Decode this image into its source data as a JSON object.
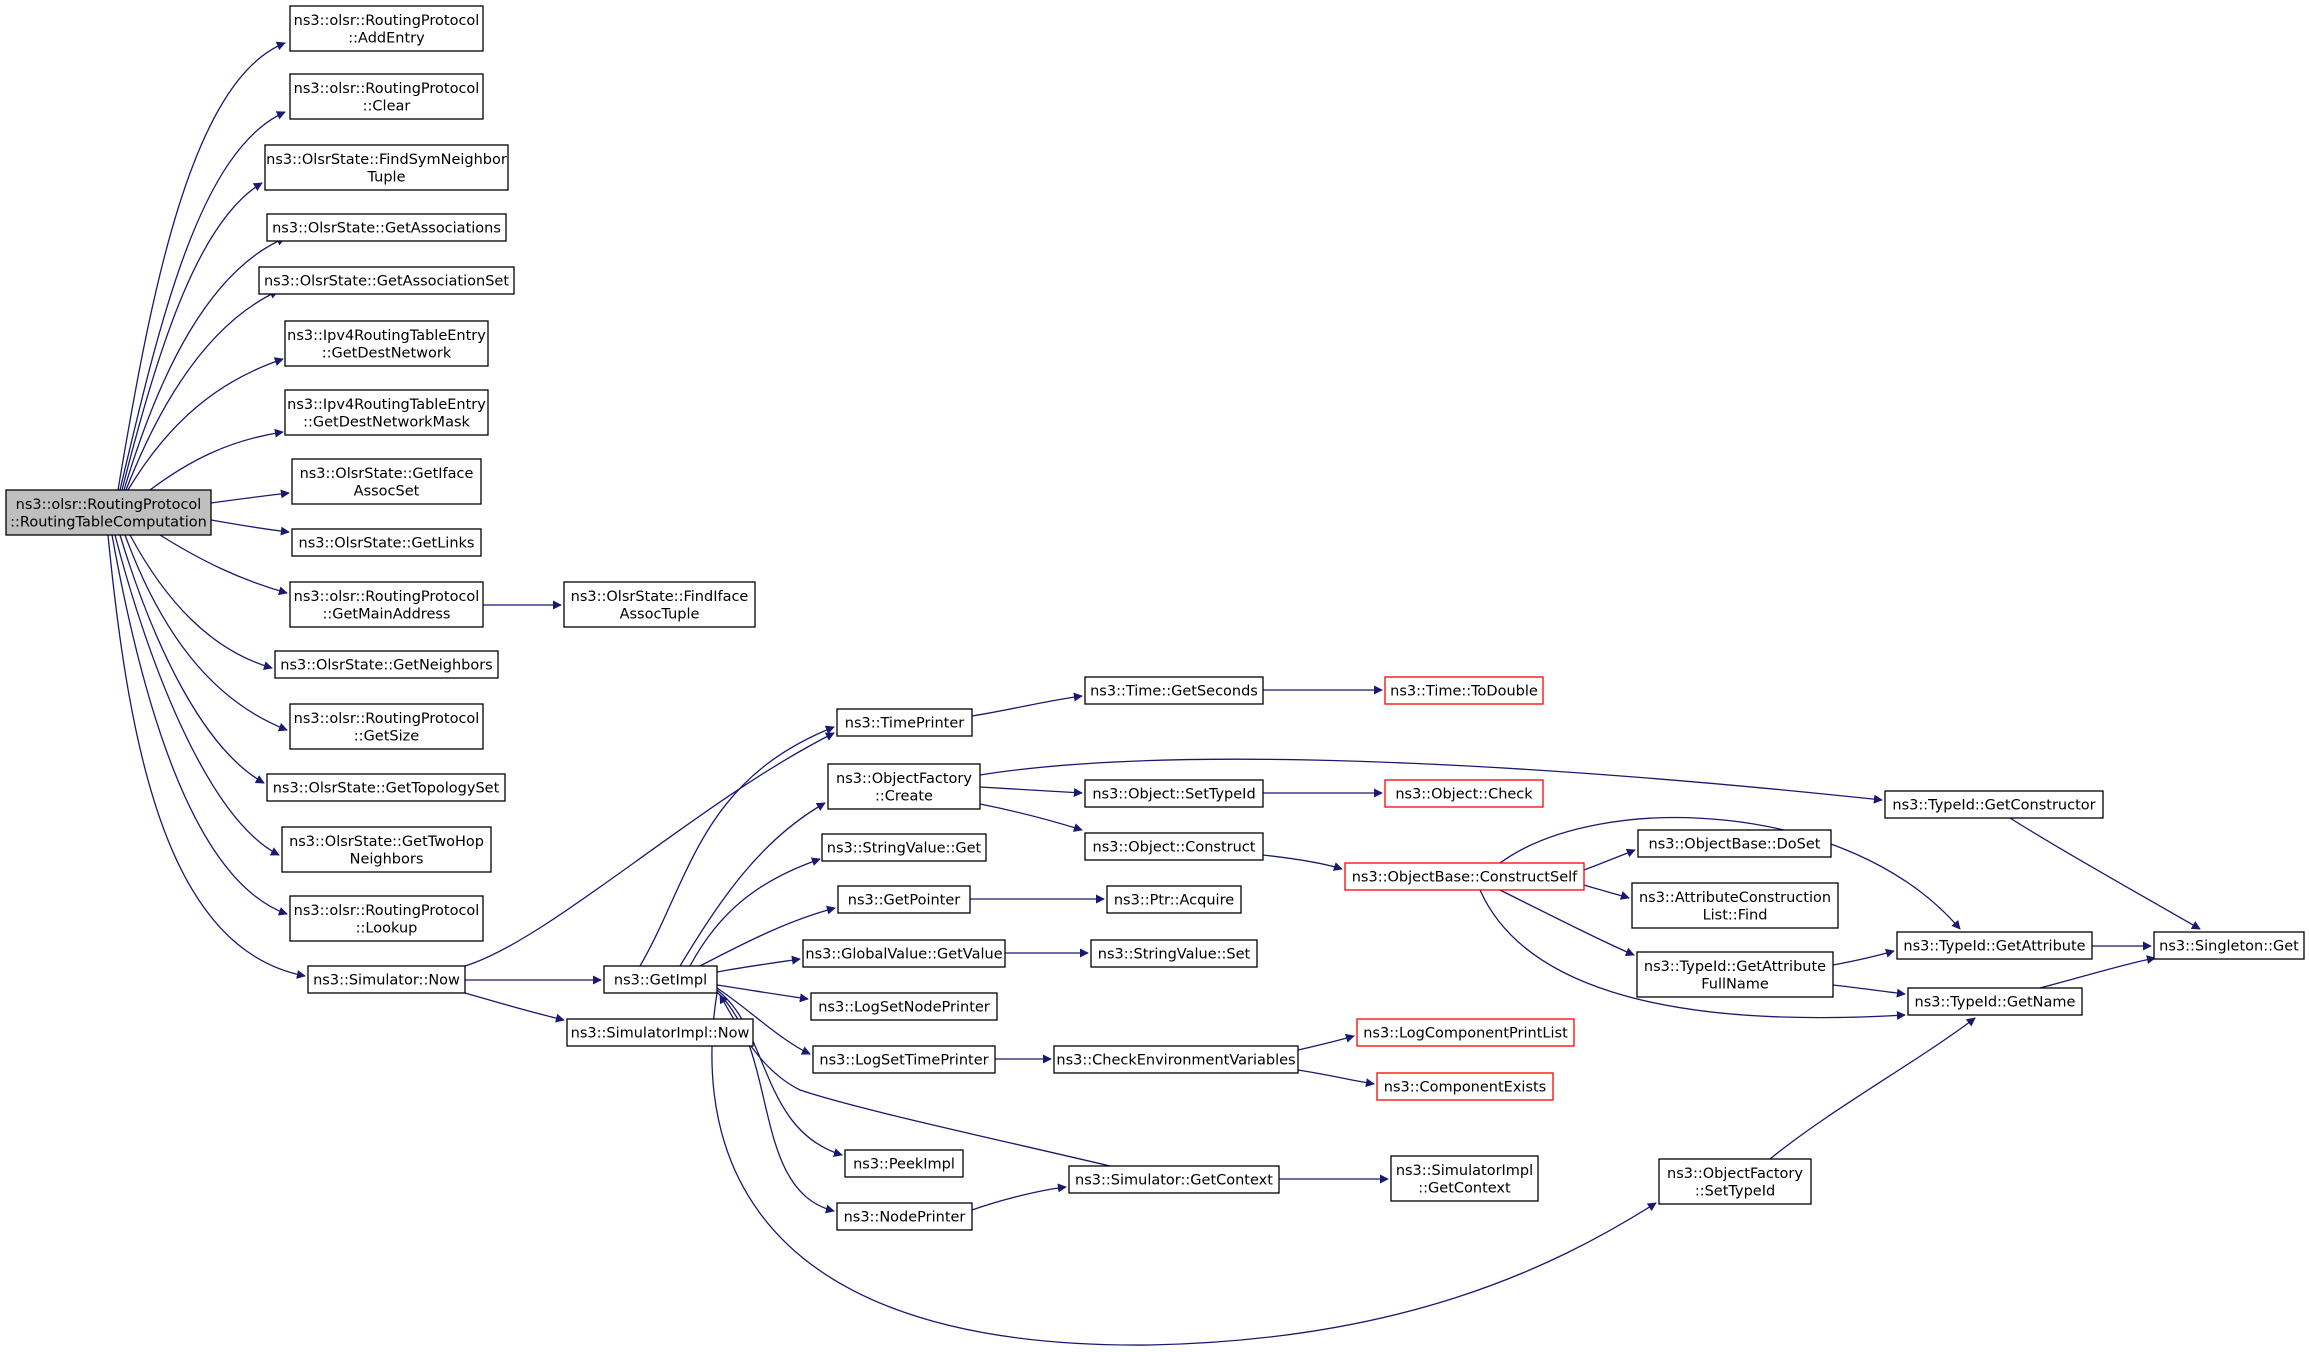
{
  "graph": {
    "nodes": [
      {
        "id": "root",
        "lines": [
          "ns3::olsr::RoutingProtocol",
          "::RoutingTableComputation"
        ],
        "style": "root"
      },
      {
        "id": "addentry",
        "lines": [
          "ns3::olsr::RoutingProtocol",
          "::AddEntry"
        ]
      },
      {
        "id": "clear",
        "lines": [
          "ns3::olsr::RoutingProtocol",
          "::Clear"
        ]
      },
      {
        "id": "findsym",
        "lines": [
          "ns3::OlsrState::FindSymNeighbor",
          "Tuple"
        ]
      },
      {
        "id": "getassoc",
        "lines": [
          "ns3::OlsrState::GetAssociations"
        ]
      },
      {
        "id": "getassocset",
        "lines": [
          "ns3::OlsrState::GetAssociationSet"
        ]
      },
      {
        "id": "destnet",
        "lines": [
          "ns3::Ipv4RoutingTableEntry",
          "::GetDestNetwork"
        ]
      },
      {
        "id": "destmask",
        "lines": [
          "ns3::Ipv4RoutingTableEntry",
          "::GetDestNetworkMask"
        ]
      },
      {
        "id": "ifaceassoc",
        "lines": [
          "ns3::OlsrState::GetIface",
          "AssocSet"
        ]
      },
      {
        "id": "getlinks",
        "lines": [
          "ns3::OlsrState::GetLinks"
        ]
      },
      {
        "id": "mainaddr",
        "lines": [
          "ns3::olsr::RoutingProtocol",
          "::GetMainAddress"
        ]
      },
      {
        "id": "findiface",
        "lines": [
          "ns3::OlsrState::FindIface",
          "AssocTuple"
        ]
      },
      {
        "id": "getneigh",
        "lines": [
          "ns3::OlsrState::GetNeighbors"
        ]
      },
      {
        "id": "getsize",
        "lines": [
          "ns3::olsr::RoutingProtocol",
          "::GetSize"
        ]
      },
      {
        "id": "topo",
        "lines": [
          "ns3::OlsrState::GetTopologySet"
        ]
      },
      {
        "id": "twohop",
        "lines": [
          "ns3::OlsrState::GetTwoHop",
          "Neighbors"
        ]
      },
      {
        "id": "lookup",
        "lines": [
          "ns3::olsr::RoutingProtocol",
          "::Lookup"
        ]
      },
      {
        "id": "simnow",
        "lines": [
          "ns3::Simulator::Now"
        ]
      },
      {
        "id": "getimpl",
        "lines": [
          "ns3::GetImpl"
        ]
      },
      {
        "id": "simimplnow",
        "lines": [
          "ns3::SimulatorImpl::Now"
        ]
      },
      {
        "id": "timeprinter",
        "lines": [
          "ns3::TimePrinter"
        ]
      },
      {
        "id": "getseconds",
        "lines": [
          "ns3::Time::GetSeconds"
        ]
      },
      {
        "id": "todouble",
        "lines": [
          "ns3::Time::ToDouble"
        ],
        "style": "red"
      },
      {
        "id": "ofcreate",
        "lines": [
          "ns3::ObjectFactory",
          "::Create"
        ]
      },
      {
        "id": "settypeid",
        "lines": [
          "ns3::Object::SetTypeId"
        ]
      },
      {
        "id": "objcheck",
        "lines": [
          "ns3::Object::Check"
        ],
        "style": "red"
      },
      {
        "id": "getconstructor",
        "lines": [
          "ns3::TypeId::GetConstructor"
        ]
      },
      {
        "id": "objconstruct",
        "lines": [
          "ns3::Object::Construct"
        ]
      },
      {
        "id": "constructself",
        "lines": [
          "ns3::ObjectBase::ConstructSelf"
        ],
        "style": "red"
      },
      {
        "id": "doset",
        "lines": [
          "ns3::ObjectBase::DoSet"
        ]
      },
      {
        "id": "acfind",
        "lines": [
          "ns3::AttributeConstruction",
          "List::Find"
        ]
      },
      {
        "id": "getattrfull",
        "lines": [
          "ns3::TypeId::GetAttribute",
          "FullName"
        ]
      },
      {
        "id": "getattr",
        "lines": [
          "ns3::TypeId::GetAttribute"
        ]
      },
      {
        "id": "getname",
        "lines": [
          "ns3::TypeId::GetName"
        ]
      },
      {
        "id": "singleton",
        "lines": [
          "ns3::Singleton::Get"
        ]
      },
      {
        "id": "strvalget",
        "lines": [
          "ns3::StringValue::Get"
        ]
      },
      {
        "id": "getpointer",
        "lines": [
          "ns3::GetPointer"
        ]
      },
      {
        "id": "ptracquire",
        "lines": [
          "ns3::Ptr::Acquire"
        ]
      },
      {
        "id": "gvgetvalue",
        "lines": [
          "ns3::GlobalValue::GetValue"
        ]
      },
      {
        "id": "strvalset",
        "lines": [
          "ns3::StringValue::Set"
        ]
      },
      {
        "id": "lognodeprinter",
        "lines": [
          "ns3::LogSetNodePrinter"
        ]
      },
      {
        "id": "logtimeprinter",
        "lines": [
          "ns3::LogSetTimePrinter"
        ]
      },
      {
        "id": "checkenv",
        "lines": [
          "ns3::CheckEnvironmentVariables"
        ]
      },
      {
        "id": "logcomplist",
        "lines": [
          "ns3::LogComponentPrintList"
        ],
        "style": "red"
      },
      {
        "id": "compexists",
        "lines": [
          "ns3::ComponentExists"
        ],
        "style": "red"
      },
      {
        "id": "peekimpl",
        "lines": [
          "ns3::PeekImpl"
        ]
      },
      {
        "id": "simgetcontext",
        "lines": [
          "ns3::Simulator::GetContext"
        ]
      },
      {
        "id": "simimplgetcontext",
        "lines": [
          "ns3::SimulatorImpl",
          "::GetContext"
        ]
      },
      {
        "id": "nodeprinter",
        "lines": [
          "ns3::NodePrinter"
        ]
      },
      {
        "id": "ofsettypeid",
        "lines": [
          "ns3::ObjectFactory",
          "::SetTypeId"
        ]
      }
    ]
  }
}
